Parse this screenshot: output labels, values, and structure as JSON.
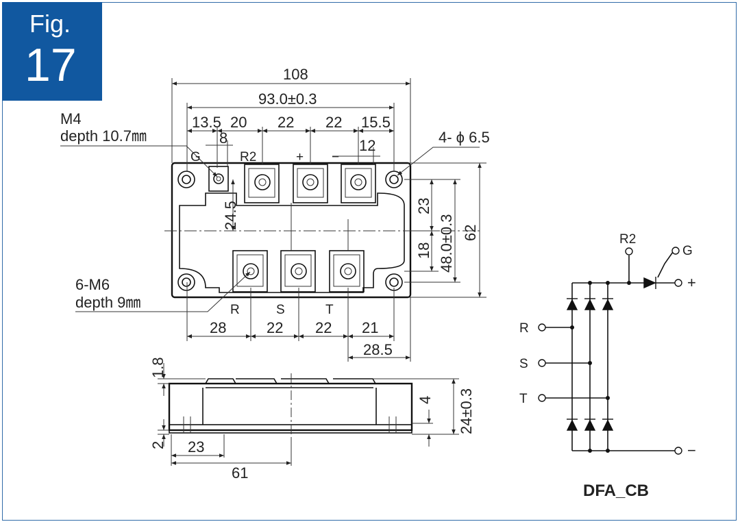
{
  "badge": {
    "fig": "Fig.",
    "number": "17"
  },
  "top_view": {
    "dims": {
      "overall_width": "108",
      "mount_pitch": "93.0±0.3",
      "d13_5": "13.5",
      "d20": "20",
      "d22a": "22",
      "d22b": "22",
      "d15_5": "15.5",
      "d8": "8",
      "d12": "12",
      "d24_5": "24.5",
      "d23": "23",
      "d18": "18",
      "d48": "48.0±0.3",
      "d62": "62",
      "b28": "28",
      "b22a": "22",
      "b22b": "22",
      "b21": "21",
      "b28_5": "28.5"
    },
    "notes": {
      "m4_line1": "M4",
      "m4_line2": "depth 10.7㎜",
      "hole": "4- ϕ 6.5",
      "m6_line1": "6-M6",
      "m6_line2": "depth 9㎜"
    },
    "terminals": {
      "g": "G",
      "r2": "R2",
      "plus": "+",
      "minus": "−",
      "r": "R",
      "s": "S",
      "t": "T"
    }
  },
  "side_view": {
    "dims": {
      "d1_8": "1.8",
      "d2": "2",
      "d23": "23",
      "d61": "61",
      "d4": "4",
      "d24": "24±0.3"
    }
  },
  "circuit": {
    "name": "DFA_CB",
    "labels": {
      "r2": "R2",
      "g": "G",
      "plus": "+",
      "minus": "−",
      "r": "R",
      "s": "S",
      "t": "T"
    }
  }
}
